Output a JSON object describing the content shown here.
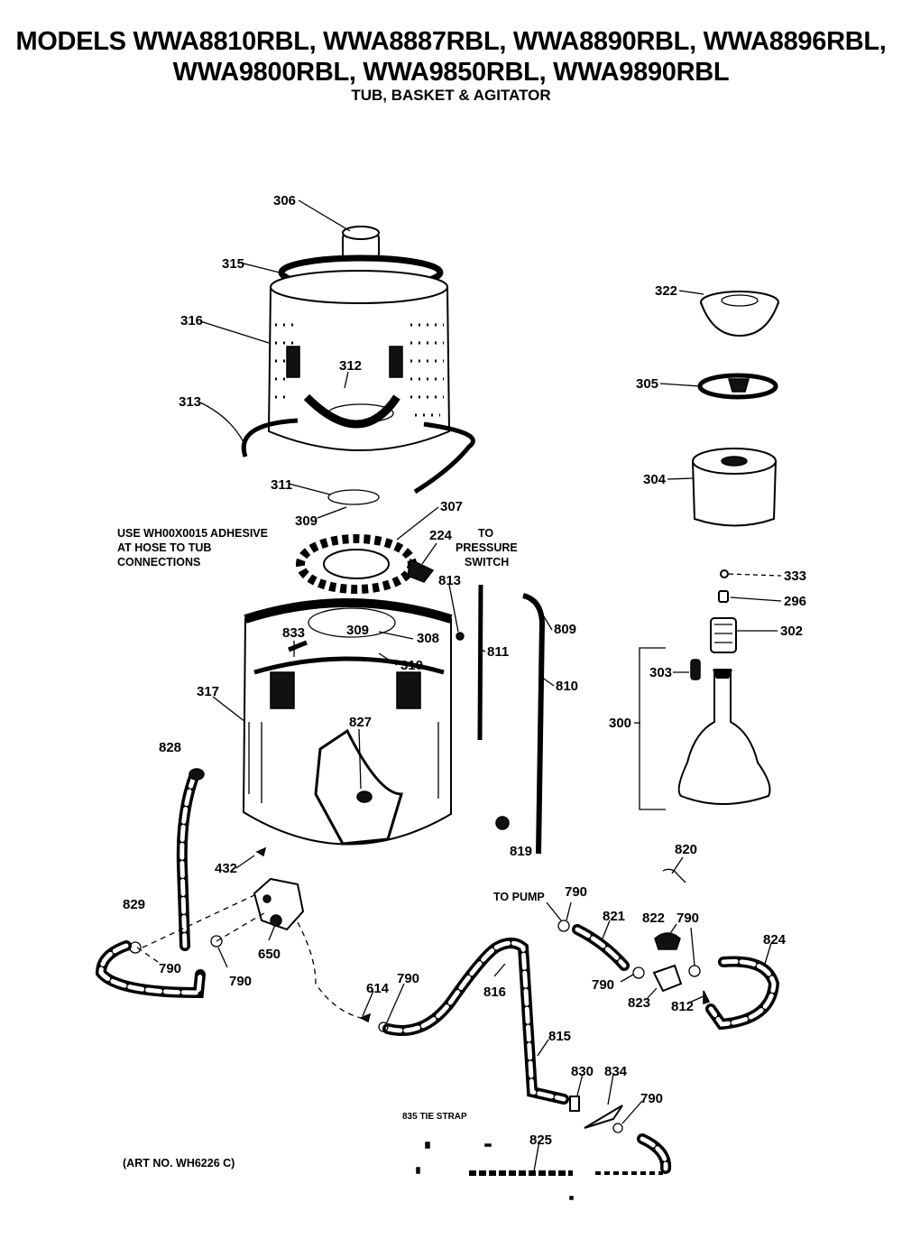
{
  "header": {
    "title_line1": "MODELS WWA8810RBL, WWA8887RBL, WWA8890RBL, WWA8896RBL,",
    "title_line2": "WWA9800RBL, WWA9850RBL, WWA9890RBL",
    "subtitle": "TUB, BASKET & AGITATOR"
  },
  "notes": {
    "adhesive_line1": "USE WH00X0015 ADHESIVE",
    "adhesive_line2": "AT HOSE TO TUB",
    "adhesive_line3": "CONNECTIONS",
    "pressure_line1": "TO",
    "pressure_line2": "PRESSURE",
    "pressure_line3": "SWITCH",
    "to_pump": "TO PUMP",
    "tie_strap": "835 TIE STRAP",
    "art_no": "(ART NO. WH6226 C)"
  },
  "parts": {
    "p306": "306",
    "p315": "315",
    "p316": "316",
    "p312": "312",
    "p313": "313",
    "p311": "311",
    "p309a": "309",
    "p307": "307",
    "p224": "224",
    "p813": "813",
    "p833": "833",
    "p309b": "309",
    "p308": "308",
    "p310": "310",
    "p811": "811",
    "p809": "809",
    "p810": "810",
    "p317": "317",
    "p827": "827",
    "p828": "828",
    "p819": "819",
    "p322": "322",
    "p305": "305",
    "p304": "304",
    "p333": "333",
    "p296": "296",
    "p302": "302",
    "p303": "303",
    "p300": "300",
    "p820": "820",
    "p432": "432",
    "p829": "829",
    "p790a": "790",
    "p790b": "790",
    "p650": "650",
    "p790c": "790",
    "p821": "821",
    "p822": "822",
    "p790d": "790",
    "p824": "824",
    "p790e": "790",
    "p823": "823",
    "p812": "812",
    "p614": "614",
    "p790f": "790",
    "p816": "816",
    "p815": "815",
    "p830": "830",
    "p834": "834",
    "p790g": "790",
    "p825": "825"
  }
}
